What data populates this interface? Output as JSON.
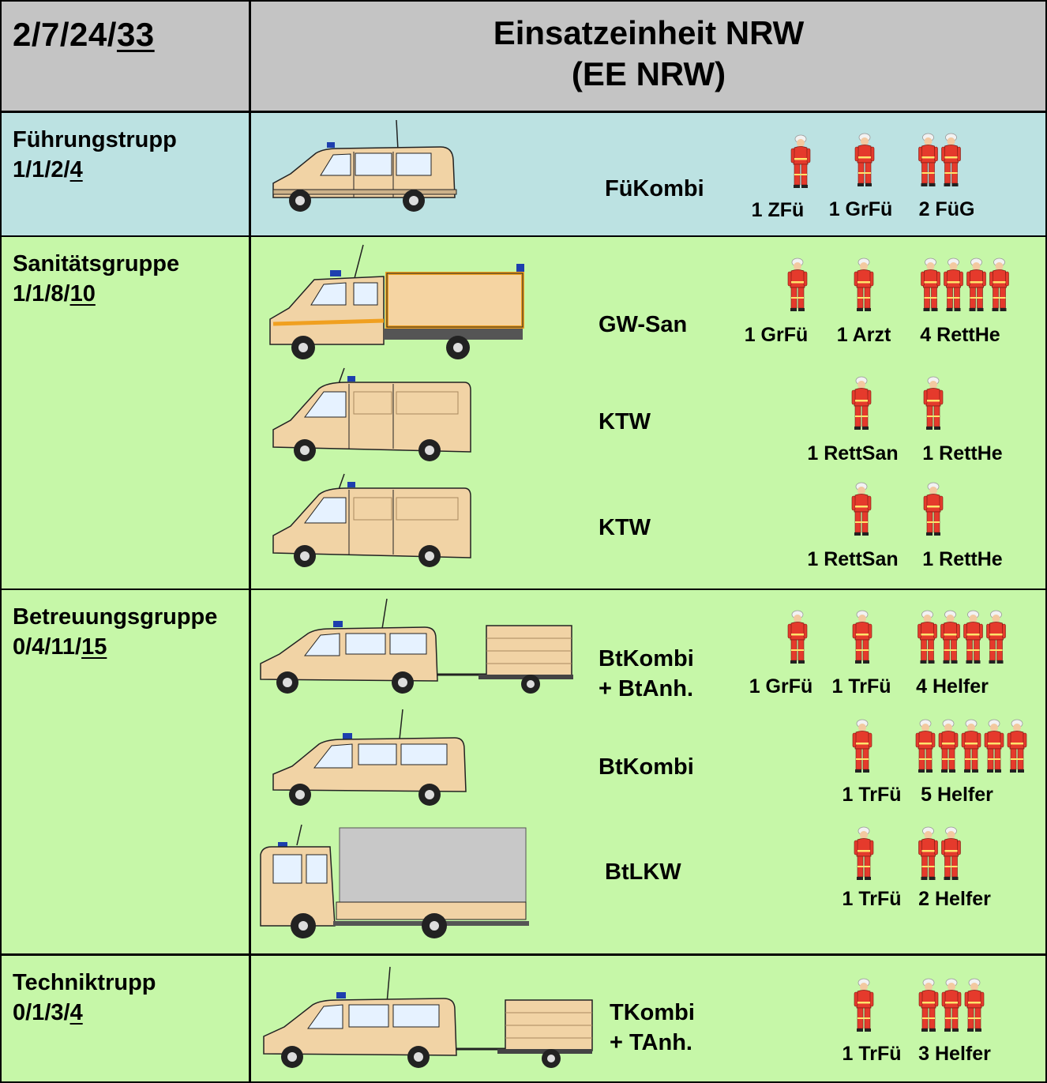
{
  "header": {
    "strength_prefix": "2/7/24/",
    "strength_total": "33",
    "title_line1": "Einsatzeinheit NRW",
    "title_line2": "(EE NRW)"
  },
  "groups": [
    {
      "name": "Führungstrupp",
      "strength_prefix": "1/1/2/",
      "strength_total": "4",
      "color": "#bce2e2",
      "vehicles": [
        {
          "label": "FüKombi",
          "icon": "van-icon",
          "personnel": [
            {
              "label": "1 ZFü",
              "count": 1
            },
            {
              "label": "1 GrFü",
              "count": 1
            },
            {
              "label": "2 FüG",
              "count": 2
            }
          ]
        }
      ]
    },
    {
      "name": "Sanitätsgruppe",
      "strength_prefix": "1/1/8/",
      "strength_total": "10",
      "color": "#c6f7a8",
      "vehicles": [
        {
          "label": "GW-San",
          "icon": "box-truck-icon",
          "personnel": [
            {
              "label": "1 GrFü",
              "count": 1
            },
            {
              "label": "1 Arzt",
              "count": 1
            },
            {
              "label": "4 RettHe",
              "count": 4
            }
          ]
        },
        {
          "label": "KTW",
          "icon": "ambulance-van-icon",
          "personnel": [
            {
              "label": "1 RettSan",
              "count": 1
            },
            {
              "label": "1 RettHe",
              "count": 1
            }
          ]
        },
        {
          "label": "KTW",
          "icon": "ambulance-van-icon",
          "personnel": [
            {
              "label": "1 RettSan",
              "count": 1
            },
            {
              "label": "1 RettHe",
              "count": 1
            }
          ]
        }
      ]
    },
    {
      "name": "Betreuungsgruppe",
      "strength_prefix": "0/4/11/",
      "strength_total": "15",
      "color": "#c6f7a8",
      "vehicles": [
        {
          "label_line1": "BtKombi",
          "label_line2": "+ BtAnh.",
          "icon": "van-with-trailer-icon",
          "personnel": [
            {
              "label": "1 GrFü",
              "count": 1
            },
            {
              "label": "1 TrFü",
              "count": 1
            },
            {
              "label": "4 Helfer",
              "count": 4
            }
          ]
        },
        {
          "label": "BtKombi",
          "icon": "van-icon",
          "personnel": [
            {
              "label": "1 TrFü",
              "count": 1
            },
            {
              "label": "5 Helfer",
              "count": 5
            }
          ]
        },
        {
          "label": "BtLKW",
          "icon": "truck-icon",
          "personnel": [
            {
              "label": "1 TrFü",
              "count": 1
            },
            {
              "label": "2 Helfer",
              "count": 2
            }
          ]
        }
      ]
    },
    {
      "name": "Techniktrupp",
      "strength_prefix": "0/1/3/",
      "strength_total": "4",
      "color": "#c6f7a8",
      "vehicles": [
        {
          "label_line1": "TKombi",
          "label_line2": "+ TAnh.",
          "icon": "van-with-trailer-icon",
          "personnel": [
            {
              "label": "1 TrFü",
              "count": 1
            },
            {
              "label": "3 Helfer",
              "count": 3
            }
          ]
        }
      ]
    }
  ],
  "colors": {
    "header": "#c4c4c4",
    "vehicle_body": "#f1d3a5",
    "uniform": "#e53a2c",
    "beacon": "#1d3fae"
  }
}
